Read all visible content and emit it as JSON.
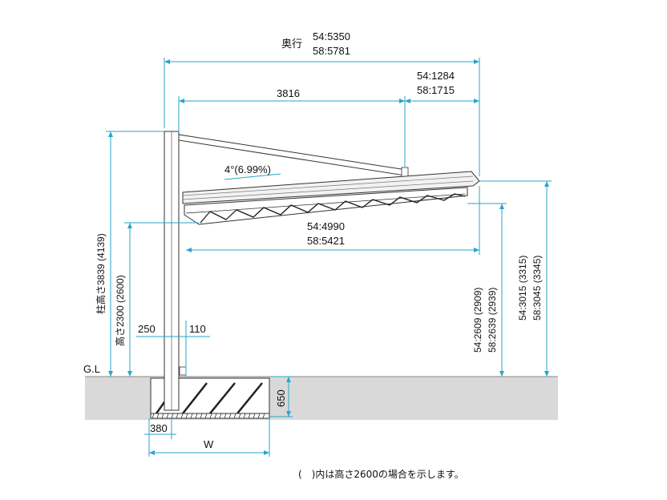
{
  "labels": {
    "depth_title": "奥行",
    "depth_54": "54:5350",
    "depth_58": "58:5781",
    "span_3816": "3816",
    "front_54": "54:1284",
    "front_58": "58:1715",
    "slope": "4°(6.99%)",
    "roof_54": "54:4990",
    "roof_58": "58:5421",
    "post_height": "柱高さ3839 (4139)",
    "height": "高さ2300 (2600)",
    "dim_250": "250",
    "dim_110": "110",
    "gl": "G.L",
    "foundation_650": "650",
    "foundation_380": "380",
    "width_w": "W",
    "h_front_54": "54:2609 (2909)",
    "h_front_58": "58:2639 (2939)",
    "h_top_54": "54:3015 (3315)",
    "h_top_58": "58:3045 (3345)",
    "note": "(　)内は高さ2600の場合を示します。"
  },
  "colors": {
    "dimension": "#2aa6c9",
    "ground": "#d9d9d9",
    "structure": "#333333"
  }
}
